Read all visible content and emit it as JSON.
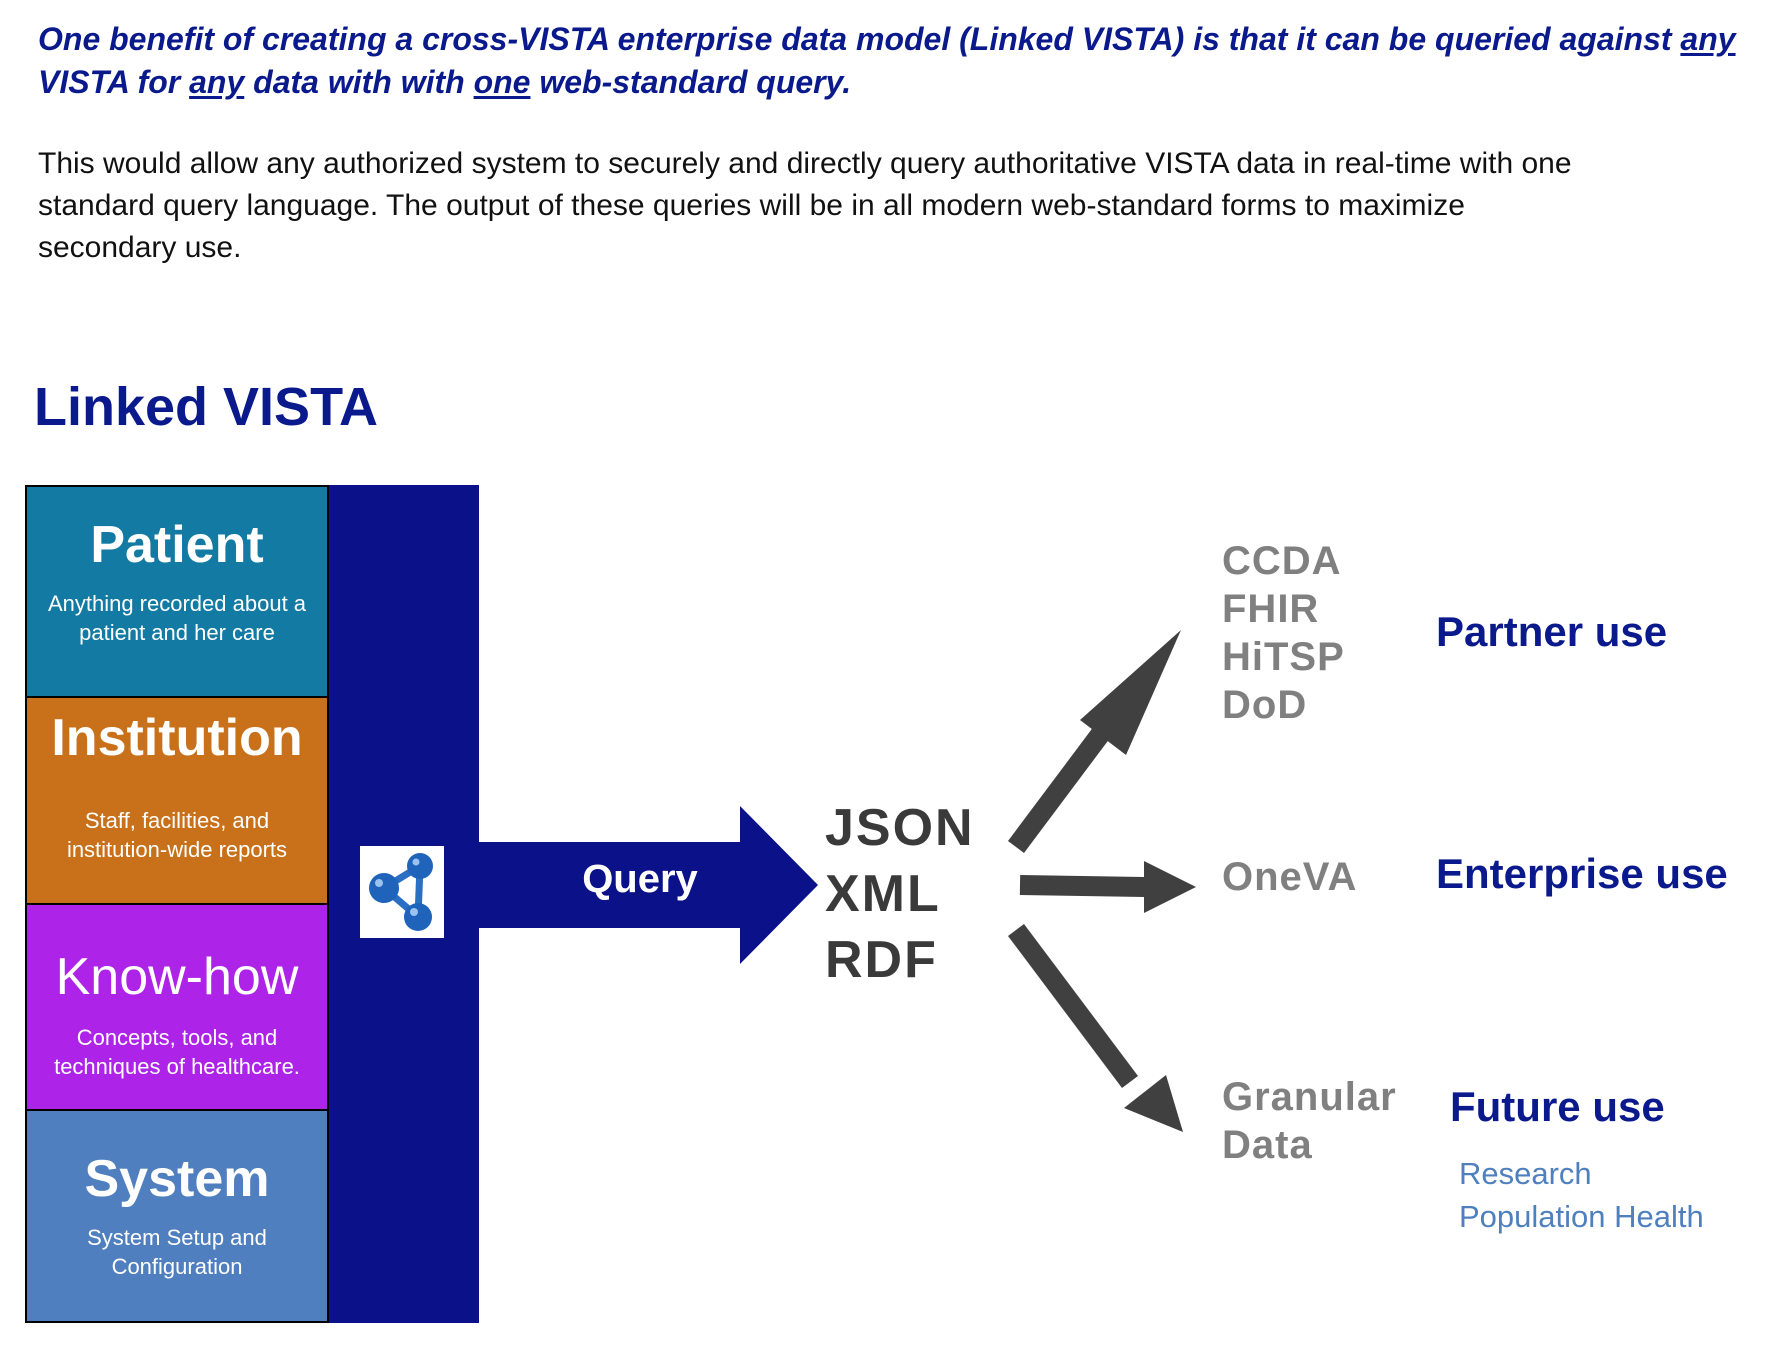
{
  "headline": {
    "p1": "One benefit of creating a cross-VISTA enterprise data model (Linked VISTA) is that it can be queried against ",
    "u1": "any",
    "p2": " VISTA for ",
    "u2": "any",
    "p3": " data with with ",
    "u3": "one",
    "p4": "  web-standard query."
  },
  "intro": "This would allow any authorized system to securely and directly query authoritative VISTA data in real-time with one standard query language. The output of these queries will be in all modern web-standard forms to maximize secondary use.",
  "diagram": {
    "title": "Linked VISTA",
    "boxes": [
      {
        "title": "Patient",
        "desc": "Anything recorded about a patient and her care",
        "color": "#127aa3"
      },
      {
        "title": "Institution",
        "desc": "Staff, facilities, and institution-wide reports",
        "color": "#c8711a"
      },
      {
        "title": "Know-how",
        "desc": "Concepts, tools, and techniques of  healthcare.",
        "color": "#ad23e8"
      },
      {
        "title": "System",
        "desc": "System Setup and Configuration",
        "color": "#4f7fbe"
      }
    ],
    "bar_color": "#0a1189",
    "icon": "linked-data-network-icon",
    "query_label": "Query",
    "formats": [
      "JSON",
      "XML",
      "RDF"
    ],
    "outputs": [
      {
        "items": [
          "CCDA",
          "FHIR",
          "HiTSP",
          "DoD"
        ],
        "use": "Partner use"
      },
      {
        "items": [
          "OneVA"
        ],
        "use": "Enterprise use"
      },
      {
        "items": [
          "Granular",
          "Data"
        ],
        "use": "Future use",
        "sub_items": [
          "Research",
          "Population Health"
        ]
      }
    ],
    "arrow_color": "#404040"
  }
}
